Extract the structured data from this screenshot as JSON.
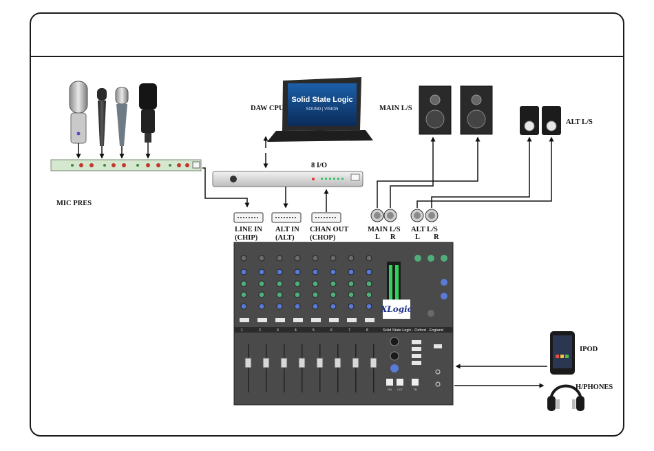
{
  "labels": {
    "daw_cpu": "DAW CPU",
    "main_ls": "MAIN L/S",
    "alt_ls": "ALT L/S",
    "mic_pres": "MIC PRES",
    "eight_io": "8 I/O",
    "line_in_1": "LINE IN",
    "line_in_2": "(CHIP)",
    "alt_in_1": "ALT IN",
    "alt_in_2": "(ALT)",
    "chan_out_1": "CHAN OUT",
    "chan_out_2": "(CHOP)",
    "main_ls_out": "MAIN L/S",
    "main_l": "L",
    "main_r": "R",
    "alt_ls_out": "ALT L/S",
    "alt_l": "L",
    "alt_r": "R",
    "ipod": "IPOD",
    "hphones": "H/PHONES"
  },
  "laptop": {
    "line1": "Solid State Logic",
    "line2": "SOUND | VISION"
  },
  "console": {
    "logo": "XLogic",
    "maker": "Solid State Logic · Oxford · England",
    "channels": [
      "1",
      "2",
      "3",
      "4",
      "5",
      "6",
      "7",
      "8"
    ],
    "btn_on": "ON",
    "btn_cut": "CUT",
    "btn_tb": "TB"
  },
  "colors": {
    "frame": "#1a1a1a",
    "console_body": "#4a4a4a",
    "rack_green": "#cfe3c8",
    "meter_green": "#2fd25a",
    "knob_green": "#4fae7a",
    "knob_blue": "#5a7ad8"
  }
}
